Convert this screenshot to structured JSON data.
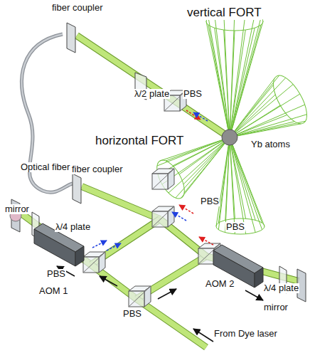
{
  "diagram": {
    "labels": [
      "fiber coupler",
      "vertical FORT",
      "λ/2 plate",
      "PBS",
      "Yb atoms",
      "horizontal FORT",
      "Optical fiber",
      "fiber coupler",
      "PBS",
      "mirror",
      "λ/4 plate",
      "PBS",
      "PBS",
      "AOM 1",
      "λ/4 plate",
      "AOM 2",
      "mirror",
      "PBS",
      "From Dye laser"
    ]
  }
}
